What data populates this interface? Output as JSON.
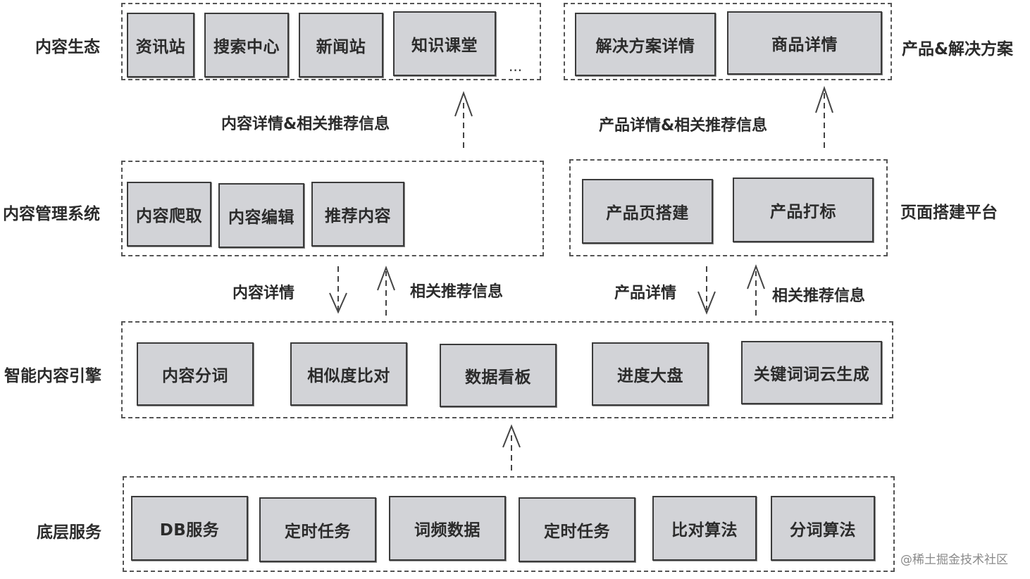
{
  "layers": {
    "content_ecosystem": {
      "label": "内容生态",
      "items": [
        "资讯站",
        "搜索中心",
        "新闻站",
        "知识课堂"
      ],
      "more": "..."
    },
    "product_solution": {
      "label": "产品&解决方案",
      "items": [
        "解决方案详情",
        "商品详情"
      ]
    },
    "cms": {
      "label": "内容管理系统",
      "items": [
        "内容爬取",
        "内容编辑",
        "推荐内容"
      ]
    },
    "page_builder": {
      "label": "页面搭建平台",
      "items": [
        "产品页搭建",
        "产品打标"
      ]
    },
    "engine": {
      "label": "智能内容引擎",
      "items": [
        "内容分词",
        "相似度比对",
        "数据看板",
        "进度大盘",
        "关键词词云生成"
      ]
    },
    "base": {
      "label": "底层服务",
      "items": [
        "DB服务",
        "定时任务",
        "词频数据",
        "定时任务",
        "比对算法",
        "分词算法"
      ]
    }
  },
  "edges": {
    "cms_to_ecosystem": "内容详情&相关推荐信息",
    "builder_to_product": "产品详情&相关推荐信息",
    "content_detail": "内容详情",
    "related_recommend_left": "相关推荐信息",
    "product_detail": "产品详情",
    "related_recommend_right": "相关推荐信息"
  },
  "watermark": "@稀土掘金技术社区"
}
